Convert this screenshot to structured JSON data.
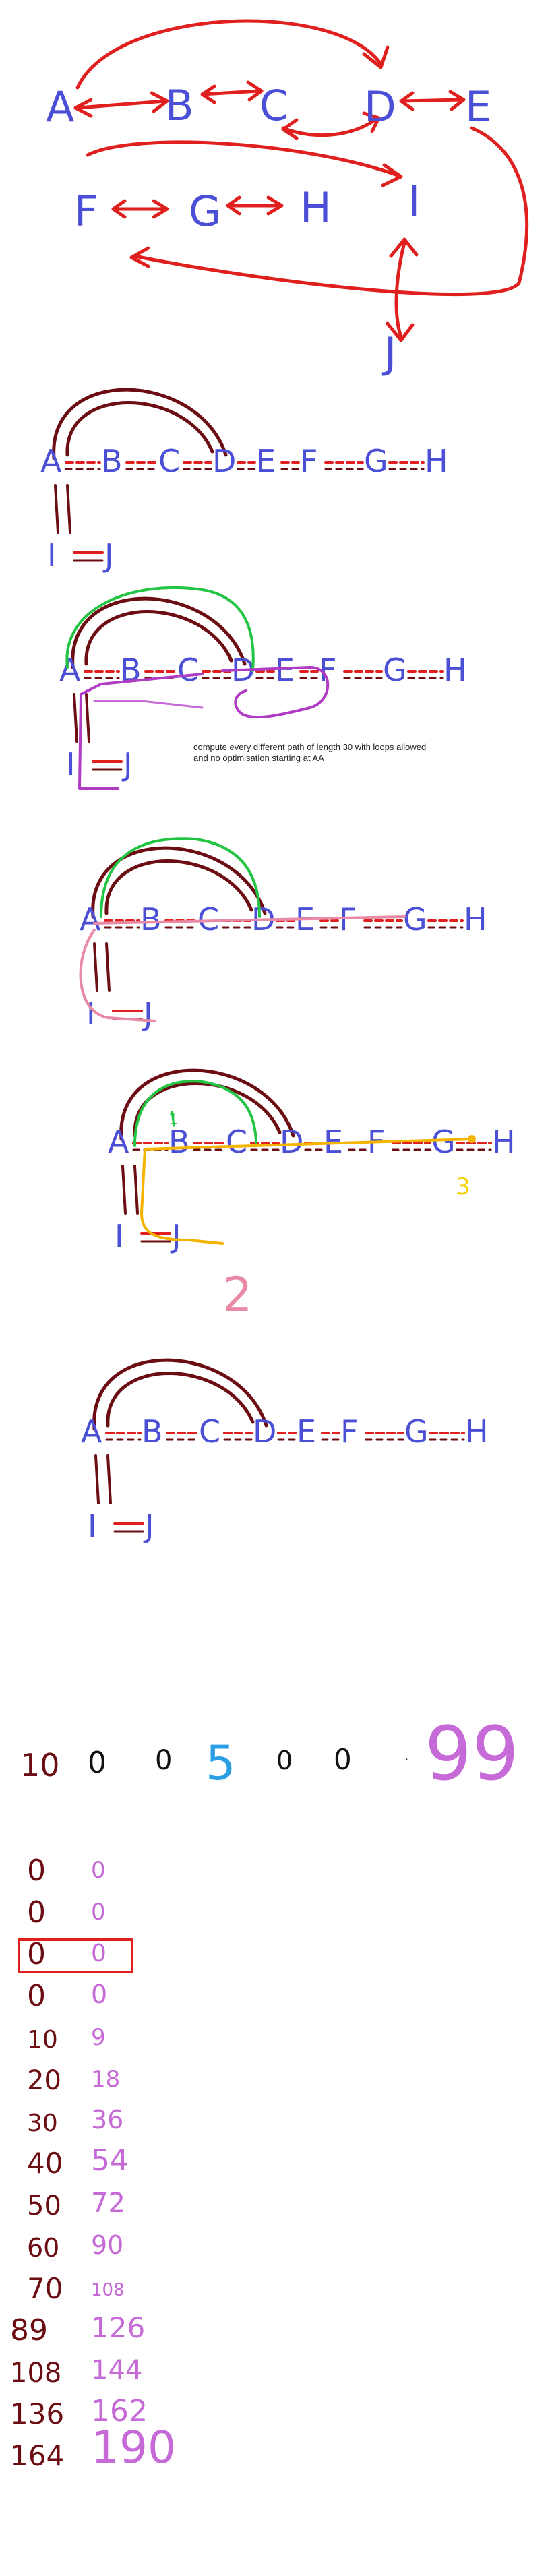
{
  "colors": {
    "blue": "#4a4fd6",
    "red": "#e0201e",
    "dark_red": "#6b0d12",
    "green": "#22c443",
    "purple": "#b03cc3",
    "pink": "#e88aa5",
    "orange": "#f5b400",
    "yellow": "#f2d300",
    "magenta": "#c56ad6",
    "cyan": "#2a9fe6",
    "black": "#111111"
  },
  "graph1": {
    "nodes": [
      "A",
      "B",
      "C",
      "D",
      "E",
      "F",
      "G",
      "H",
      "I",
      "J"
    ]
  },
  "chain_rows": [
    {
      "labels": [
        "A",
        "B",
        "C",
        "D",
        "E",
        "F",
        "G",
        "H"
      ],
      "lower": [
        "I",
        "J"
      ]
    },
    {
      "labels": [
        "A",
        "B",
        "C",
        "D",
        "E",
        "F",
        "G",
        "H"
      ],
      "lower": [
        "I",
        "J"
      ]
    },
    {
      "labels": [
        "A",
        "B",
        "C",
        "D",
        "E",
        "F",
        "G",
        "H"
      ],
      "lower": [
        "I",
        "J"
      ]
    },
    {
      "labels": [
        "A",
        "B",
        "C",
        "D",
        "E",
        "F",
        "G",
        "H"
      ],
      "lower": [
        "I",
        "J"
      ]
    },
    {
      "labels": [
        "A",
        "B",
        "C",
        "D",
        "E",
        "F",
        "G",
        "H"
      ],
      "lower": [
        "I",
        "J"
      ]
    }
  ],
  "note": {
    "line1": "compute every different path of length 30 with loops allowed",
    "line2": "and no optimisation starting at AA"
  },
  "annotations": {
    "one": "1",
    "two": "2",
    "three": "3"
  },
  "number_row": {
    "items": [
      "10",
      "0",
      "0",
      "5",
      "0",
      "0",
      ".",
      "99"
    ]
  },
  "table": {
    "left": [
      "0",
      "0",
      "0",
      "0",
      "10",
      "20",
      "30",
      "40",
      "50",
      "60",
      "70",
      "89",
      "108",
      "136",
      "164"
    ],
    "right": [
      "0",
      "0",
      "0",
      "0",
      "9",
      "18",
      "36",
      "54",
      "72",
      "90",
      "108",
      "126",
      "144",
      "162",
      "190"
    ],
    "highlight_row": 3
  }
}
